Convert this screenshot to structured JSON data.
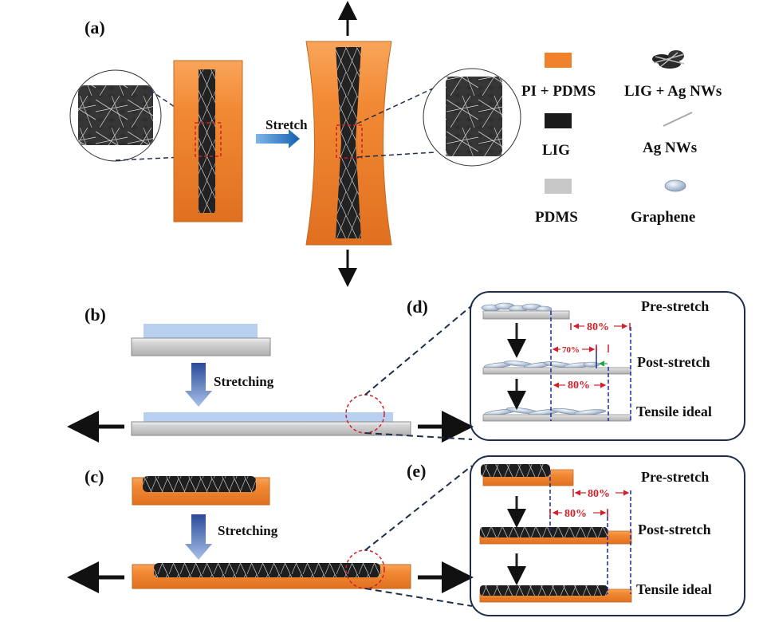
{
  "panels": {
    "a": {
      "label": "(a)",
      "arrow_label": "Stretch"
    },
    "b": {
      "label": "(b)",
      "arrow_label": "Stretching"
    },
    "c": {
      "label": "(c)",
      "arrow_label": "Stretching"
    },
    "d": {
      "label": "(d)",
      "stages": [
        "Pre-stretch",
        "Post-stretch",
        "Tensile ideal"
      ],
      "dimensions": {
        "substrate_extension": "80%",
        "film_extension_actual": "70%",
        "film_extension_ideal": "80%"
      }
    },
    "e": {
      "label": "(e)",
      "stages": [
        "Pre-stretch",
        "Post-stretch",
        "Tensile ideal"
      ],
      "dimensions": {
        "substrate_extension": "80%",
        "film_extension_actual": "80%"
      }
    }
  },
  "legend": {
    "items": [
      {
        "label": "PI + PDMS",
        "swatch": "orange-rect",
        "color": "#f0822e"
      },
      {
        "label": "LIG + Ag NWs",
        "swatch": "lig-agnw-cluster"
      },
      {
        "label": "LIG",
        "swatch": "black-rect",
        "color": "#1a1a1a"
      },
      {
        "label": "Ag NWs",
        "swatch": "gray-line",
        "color": "#a8a8a8"
      },
      {
        "label": "PDMS",
        "swatch": "gray-rect",
        "color": "#c8c8c8"
      },
      {
        "label": "Graphene",
        "swatch": "graphene-flake"
      }
    ]
  },
  "colors": {
    "orange": "#f28a35",
    "lig": "#2a2a2a",
    "pdms": "#c4c4c4",
    "graphene_film": "#b8cff0",
    "arrow_blue": "#1f6fc0",
    "dim_red": "#d0202a",
    "dim_blue": "#1a2a9a",
    "frame": "#1d2d4a"
  }
}
